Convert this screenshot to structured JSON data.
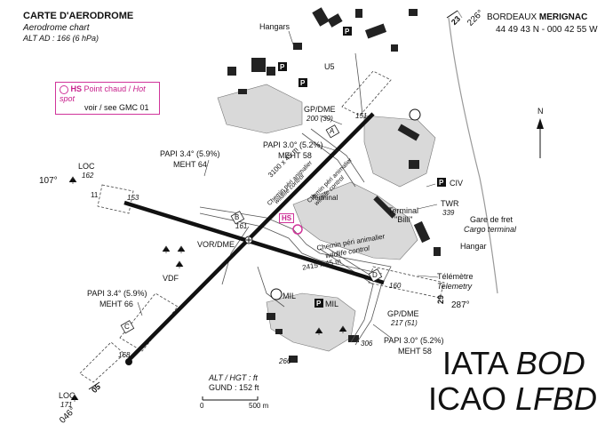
{
  "header": {
    "title": "CARTE D'AERODROME",
    "subtitle": "Aerodrome chart",
    "alt": "ALT AD : 166 (6 hPa)",
    "airport_prefix": "BORDEAUX",
    "airport_name": "MERIGNAC",
    "coords": "44 49 43 N - 000 42 55 W"
  },
  "hotspot": {
    "code": "HS",
    "label_fr": "Point chaud /",
    "label_en": "Hot spot",
    "ref": "voir / see GMC 01"
  },
  "runways": {
    "main_dims": "3100 x 45 m",
    "cross_dims": "2415 x 45 m",
    "hdg_05": "05",
    "hdg_23": "23",
    "hdg_11": "11",
    "hdg_29": "29",
    "true_226": "226°",
    "true_046": "046°",
    "true_107": "107°",
    "true_287": "287°"
  },
  "elevations": {
    "e151": "151",
    "e153": "153",
    "e160": "160",
    "e161": "161",
    "e168": "168",
    "e266": "266",
    "e306": "306"
  },
  "labels": {
    "hangars": "Hangars",
    "u5": "U5",
    "gp_dme_1": "GP/DME",
    "gp_dme_1_val": "200 (39)",
    "gp_dme_2": "GP/DME",
    "gp_dme_2_val": "217 (51)",
    "papi_30_a": "PAPI 3.0° (5.2%)",
    "meht_58_a": "MEHT 58",
    "papi_34_a": "PAPI 3.4° (5.9%)",
    "meht_64": "MEHT 64",
    "papi_34_b": "PAPI 3.4° (5.9%)",
    "meht_66": "MEHT 66",
    "papi_30_b": "PAPI 3.0° (5.2%)",
    "meht_58_b": "MEHT 58",
    "loc_1": "LOC",
    "loc_1_val": "162",
    "loc_2": "LOC",
    "loc_2_val": "171",
    "vor_dme": "VOR/DME",
    "vdf": "VDF",
    "civ": "CIV",
    "twr": "TWR",
    "twr_val": "339",
    "terminal": "Terminal",
    "terminal_billi_1": "Terminal",
    "terminal_billi_2": "\"Billi\"",
    "gare_fret": "Gare de fret",
    "cargo_terminal": "Cargo terminal",
    "hangar": "Hangar",
    "telemetre": "Télémètre",
    "telemetry": "Telemetry",
    "mil_1": "MIL",
    "mil_2": "MIL",
    "wildlife_1a": "Chemin péri animalier",
    "wildlife_1b": "wildlife control",
    "wildlife_2a": "Chemin péri animalier",
    "wildlife_2b": "wildlife control",
    "wildlife_3a": "Chemin péri animalier",
    "wildlife_3b": "wildlife control",
    "twy_a": "A",
    "twy_b": "B",
    "twy_c": "C",
    "twy_d": "D",
    "parking": "P",
    "north": "N"
  },
  "scale": {
    "line1": "ALT / HGT : ft",
    "line2": "GUND : 152 ft",
    "zero": "0",
    "end": "500 m"
  },
  "codes": {
    "iata_prefix": "IATA",
    "iata": "BOD",
    "icao_prefix": "ICAO",
    "icao": "LFBD"
  }
}
